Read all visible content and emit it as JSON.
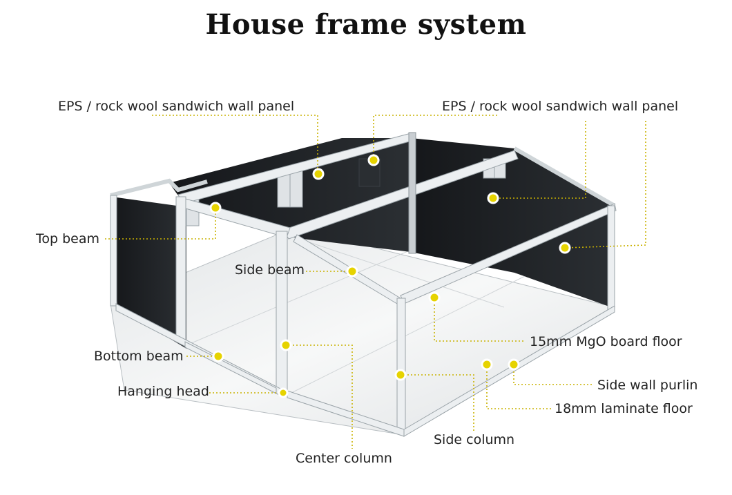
{
  "title": "House frame system",
  "labels": {
    "eps_left": "EPS / rock wool sandwich wall panel",
    "eps_right": "EPS / rock wool sandwich wall panel",
    "top_beam": "Top beam",
    "side_beam": "Side beam",
    "bottom_beam": "Bottom beam",
    "hanging_head": "Hanging head",
    "center_column": "Center column",
    "side_column": "Side column",
    "mgo_floor": "15mm MgO board floor",
    "side_wall_purlin": "Side wall purlin",
    "laminate_floor": "18mm laminate floor"
  },
  "colors": {
    "accent": "#e6d300",
    "panel": "#202326",
    "frame": "#eceff1",
    "floor": "#f2f3f4"
  }
}
